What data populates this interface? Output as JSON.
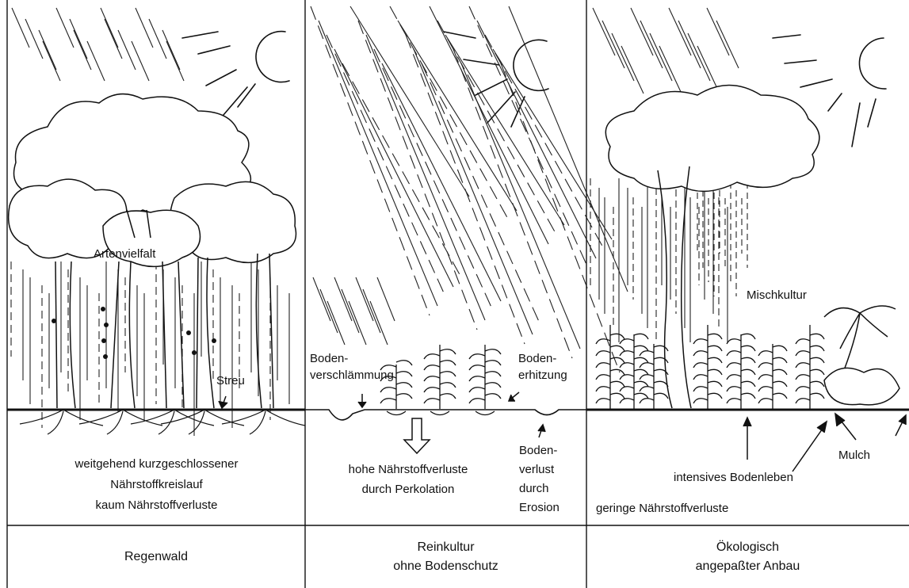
{
  "panels": [
    {
      "caption": [
        "Regenwald"
      ],
      "labels": {
        "diversity": "Artenvielfalt",
        "litter": "Streu",
        "summary": [
          "weitgehend kurzgeschlossener",
          "Nährstoffkreislauf",
          "kaum Nährstoffverluste"
        ]
      }
    },
    {
      "caption": [
        "Reinkultur",
        "ohne Bodenschutz"
      ],
      "labels": {
        "silting": [
          "Boden-",
          "verschlämmung"
        ],
        "heating": [
          "Boden-",
          "erhitzung"
        ],
        "percolation": [
          "hohe Nährstoffverluste",
          "durch Perkolation"
        ],
        "erosion": [
          "Boden-",
          "verlust",
          "durch",
          "Erosion"
        ]
      }
    },
    {
      "caption": [
        "Ökologisch",
        "angepaßter Anbau"
      ],
      "labels": {
        "mixed": "Mischkultur",
        "mulch": "Mulch",
        "soil_life": "intensives Bodenleben",
        "losses": "geringe Nährstoffverluste"
      }
    }
  ]
}
